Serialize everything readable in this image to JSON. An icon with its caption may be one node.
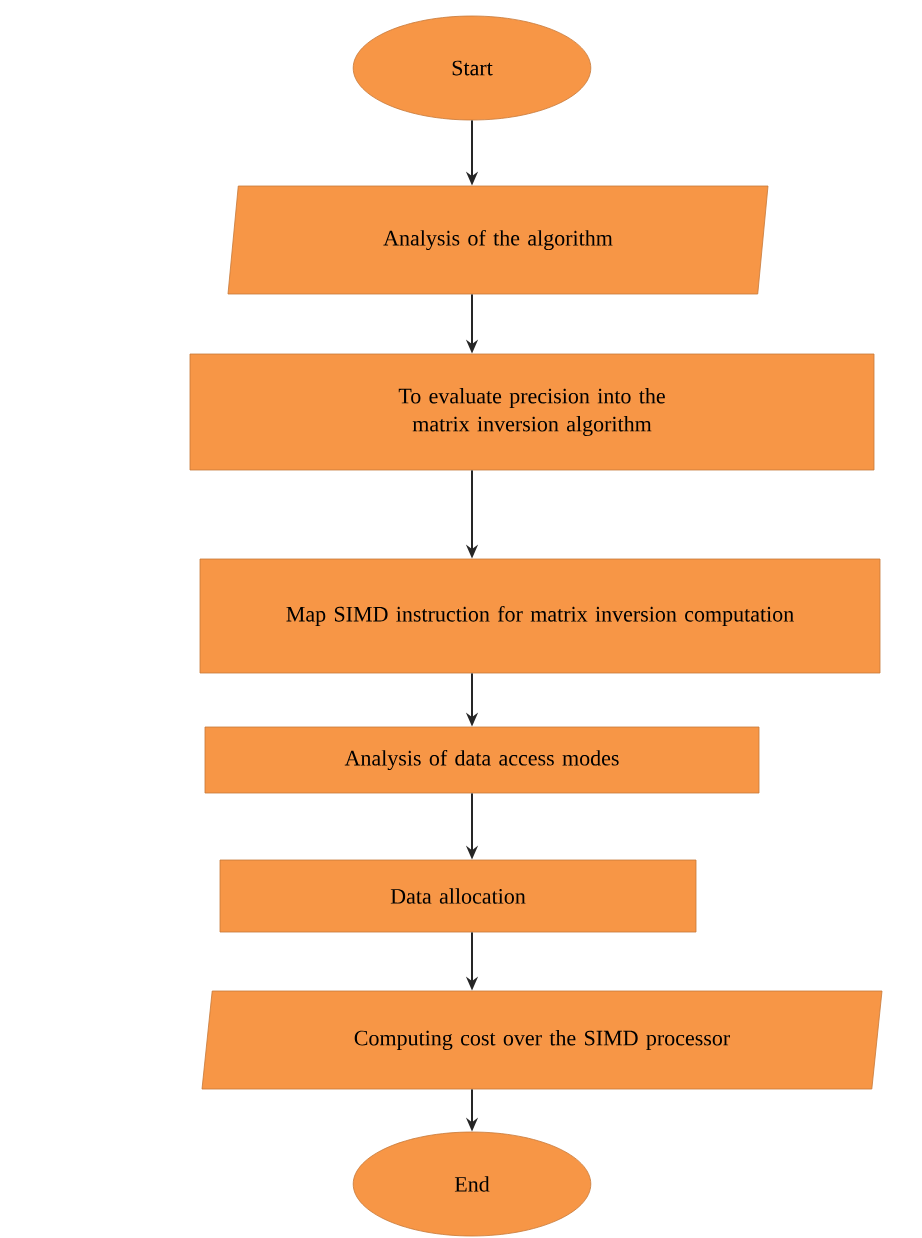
{
  "diagram": {
    "nodes": [
      {
        "text": [
          "Start"
        ]
      },
      {
        "text": [
          "Analysis of the algorithm"
        ]
      },
      {
        "text": [
          "To evaluate precision into the matrix inversion algorithm"
        ]
      },
      {
        "text": [
          "Map SIMD instruction for matrix inversion computation"
        ]
      },
      {
        "text": [
          "Analysis of data access modes"
        ]
      },
      {
        "text": [
          "Data allocation"
        ]
      },
      {
        "text": [
          "Computing cost over the SIMD processor"
        ]
      },
      {
        "text": [
          "End"
        ]
      }
    ],
    "edges": [
      {
        "from": 0,
        "to": 1,
        "arrow": "to"
      },
      {
        "from": 1,
        "to": 2,
        "arrow": "to"
      },
      {
        "from": 2,
        "to": 3,
        "arrow": "to"
      },
      {
        "from": 3,
        "to": 4,
        "arrow": "to"
      },
      {
        "from": 4,
        "to": 5,
        "arrow": "to"
      },
      {
        "from": 5,
        "to": 6,
        "arrow": "to"
      },
      {
        "from": 6,
        "to": 7,
        "arrow": "to"
      }
    ]
  }
}
